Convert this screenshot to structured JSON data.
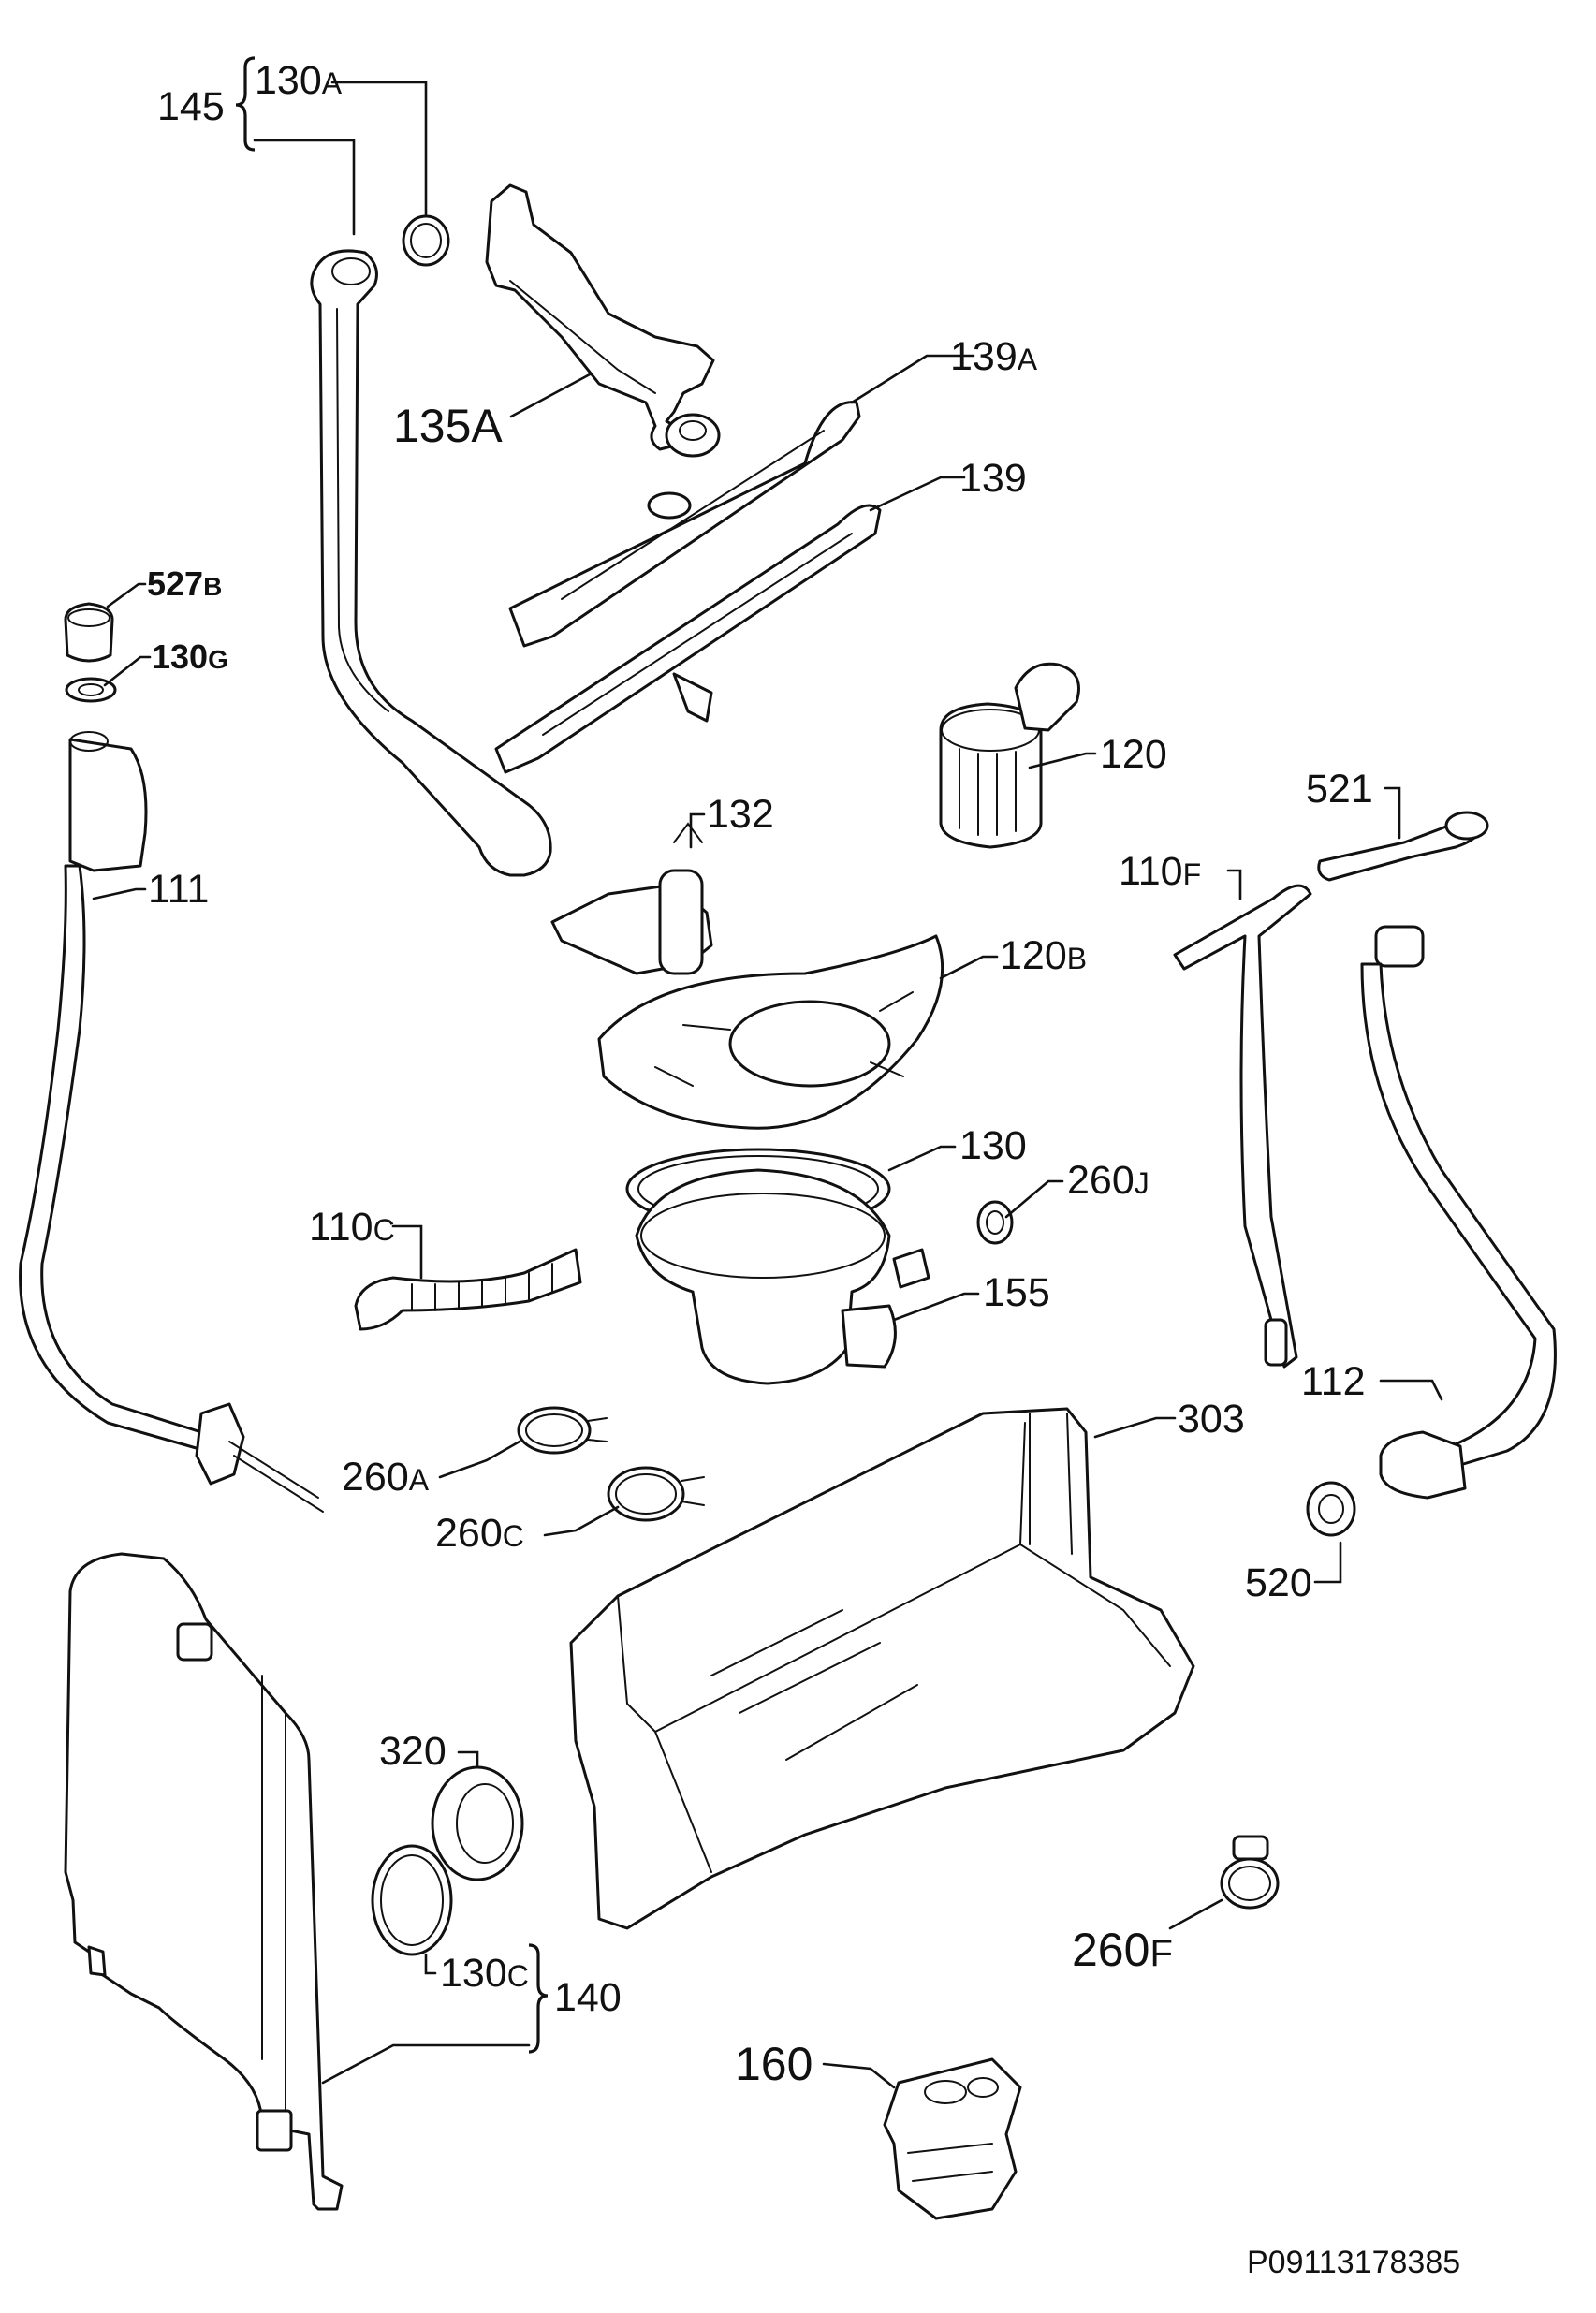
{
  "labels": {
    "l145": {
      "num": "145",
      "sfx": ""
    },
    "l130a": {
      "num": "130",
      "sfx": "A"
    },
    "l135a": {
      "num": "135A",
      "sfx": ""
    },
    "l139a": {
      "num": "139",
      "sfx": "A"
    },
    "l139": {
      "num": "139",
      "sfx": ""
    },
    "l527b": {
      "num": "527",
      "sfx": "B"
    },
    "l130g": {
      "num": "130",
      "sfx": "G"
    },
    "l120": {
      "num": "120",
      "sfx": ""
    },
    "l521": {
      "num": "521",
      "sfx": ""
    },
    "l132": {
      "num": "132",
      "sfx": ""
    },
    "l111": {
      "num": "111",
      "sfx": ""
    },
    "l110f": {
      "num": "110",
      "sfx": "F"
    },
    "l120b": {
      "num": "120",
      "sfx": "B"
    },
    "l130": {
      "num": "130",
      "sfx": ""
    },
    "l260j": {
      "num": "260",
      "sfx": "J"
    },
    "l110c": {
      "num": "110",
      "sfx": "C"
    },
    "l155": {
      "num": "155",
      "sfx": ""
    },
    "l112": {
      "num": "112",
      "sfx": ""
    },
    "l303": {
      "num": "303",
      "sfx": ""
    },
    "l260a": {
      "num": "260",
      "sfx": "A"
    },
    "l260c": {
      "num": "260",
      "sfx": "C"
    },
    "l520": {
      "num": "520",
      "sfx": ""
    },
    "l320": {
      "num": "320",
      "sfx": ""
    },
    "l130c": {
      "num": "130",
      "sfx": "C"
    },
    "l140": {
      "num": "140",
      "sfx": ""
    },
    "l260f": {
      "num": "260",
      "sfx": "F"
    },
    "l160": {
      "num": "160",
      "sfx": ""
    }
  },
  "reference_code": "P09113178385"
}
